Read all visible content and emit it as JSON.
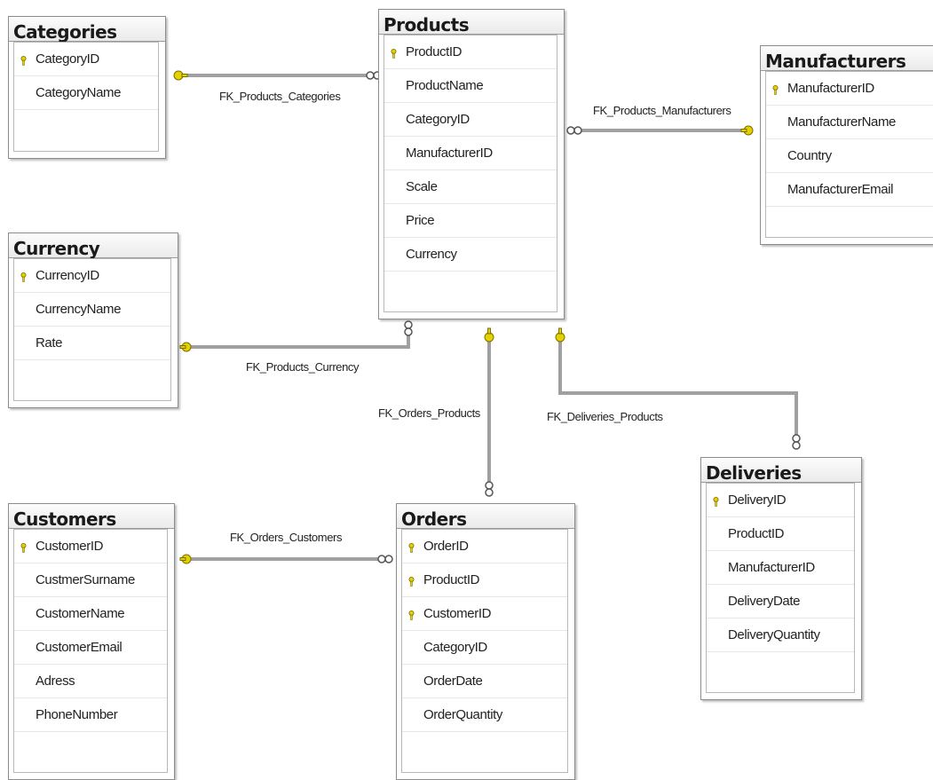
{
  "tables": {
    "categories": {
      "name": "Categories",
      "columns": [
        "CategoryID",
        "CategoryName"
      ]
    },
    "products": {
      "name": "Products",
      "columns": [
        "ProductID",
        "ProductName",
        "CategoryID",
        "ManufacturerID",
        "Scale",
        "Price",
        "Currency"
      ]
    },
    "manufacturers": {
      "name": "Manufacturers",
      "columns": [
        "ManufacturerID",
        "ManufacturerName",
        "Country",
        "ManufacturerEmail"
      ]
    },
    "currency": {
      "name": "Currency",
      "columns": [
        "CurrencyID",
        "CurrencyName",
        "Rate"
      ]
    },
    "customers": {
      "name": "Customers",
      "columns": [
        "CustomerID",
        "CustmerSurname",
        "CustomerName",
        "CustomerEmail",
        "Adress",
        "PhoneNumber"
      ]
    },
    "orders": {
      "name": "Orders",
      "columns": [
        "OrderID",
        "ProductID",
        "CustomerID",
        "CategoryID",
        "OrderDate",
        "OrderQuantity"
      ]
    },
    "deliveries": {
      "name": "Deliveries",
      "columns": [
        "DeliveryID",
        "ProductID",
        "ManufacturerID",
        "DeliveryDate",
        "DeliveryQuantity"
      ]
    }
  },
  "relationships": {
    "fk_products_categories": "FK_Products_Categories",
    "fk_products_manufacturers": "FK_Products_Manufacturers",
    "fk_products_currency": "FK_Products_Currency",
    "fk_orders_products": "FK_Orders_Products",
    "fk_deliveries_products": "FK_Deliveries_Products",
    "fk_orders_customers": "FK_Orders_Customers"
  },
  "colors": {
    "key_icon": "#e5d100",
    "line": "#a0a0a0",
    "border": "#8c8c8c"
  }
}
